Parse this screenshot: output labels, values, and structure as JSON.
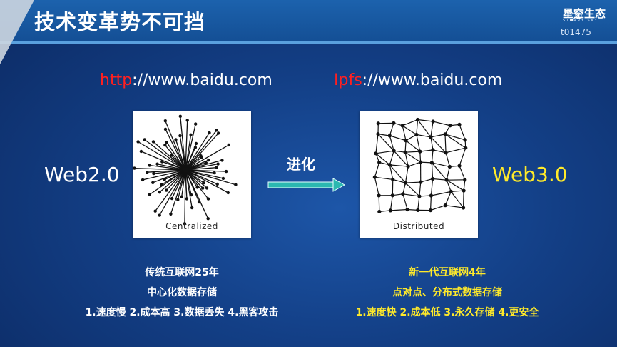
{
  "header": {
    "title": "技术变革势不可挡",
    "logo_text": "星空生态",
    "logo_sub": "STARRY SKY",
    "slide_code": "t01475"
  },
  "left": {
    "url_protocol": "http",
    "url_rest": "://www.baidu.com",
    "network_label": "Centralized",
    "version": "Web2.0",
    "lines": [
      "传统互联网25年",
      "中心化数据存储",
      "1.速度慢  2.成本高  3.数据丢失  4.黑客攻击"
    ]
  },
  "middle": {
    "evolve_label": "进化"
  },
  "right": {
    "url_protocol": "Ipfs",
    "url_rest": "://www.baidu.com",
    "network_label": "Distributed",
    "version": "Web3.0",
    "lines": [
      "新一代互联网4年",
      "点对点、分布式数据存储",
      "1.速度快  2.成本低  3.永久存储  4.更安全"
    ]
  },
  "colors": {
    "accent_red": "#ff2020",
    "accent_yellow": "#ffea2a",
    "arrow": "#2bb8b0"
  }
}
